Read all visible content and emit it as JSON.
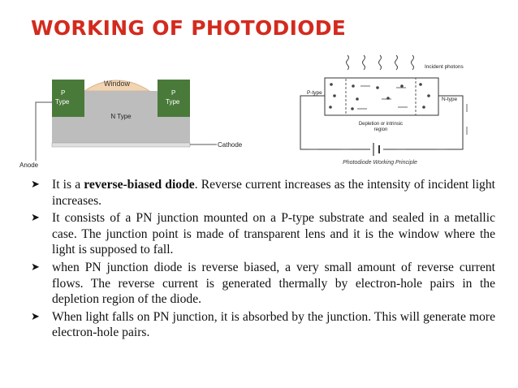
{
  "title": "WORKING OF PHOTODIODE",
  "diagram1": {
    "window_label": "Window",
    "p_type_left": [
      "P",
      "Type"
    ],
    "p_type_right": [
      "P",
      "Type"
    ],
    "n_type_label": "N Type",
    "cathode_label": "Cathode",
    "anode_label": "Anode"
  },
  "diagram2": {
    "incident_photons_label": "Incident photons",
    "p_type_label": "P-type",
    "n_type_label": "N-type",
    "depletion_label": [
      "Depletion or intrinsic",
      "region"
    ],
    "caption": "Photodiode Working Principle"
  },
  "bullets": [
    {
      "prefix": "It is a ",
      "bold": "reverse-biased diode",
      "suffix": ". Reverse current increases as the intensity of incident light increases."
    },
    {
      "prefix": "It consists of a PN junction mounted on a P-type substrate and sealed in a metallic case. The junction point is made of transparent lens and it is the window where the light is supposed to fall.",
      "bold": "",
      "suffix": ""
    },
    {
      "prefix": "when PN junction diode is reverse biased, a very small amount of reverse current flows. The reverse current is generated thermally by electron-hole pairs in the depletion region of the diode.",
      "bold": "",
      "suffix": ""
    },
    {
      "prefix": "When light falls on PN junction, it is absorbed by the junction. This will generate more electron-hole pairs.",
      "bold": "",
      "suffix": ""
    }
  ],
  "icons": {
    "bullet": "arrow-bullet-icon"
  },
  "colors": {
    "title": "#d42a1e",
    "p_region": "#4a7a3a",
    "n_region": "#b8b8b8",
    "window": "#f2d4b2"
  }
}
